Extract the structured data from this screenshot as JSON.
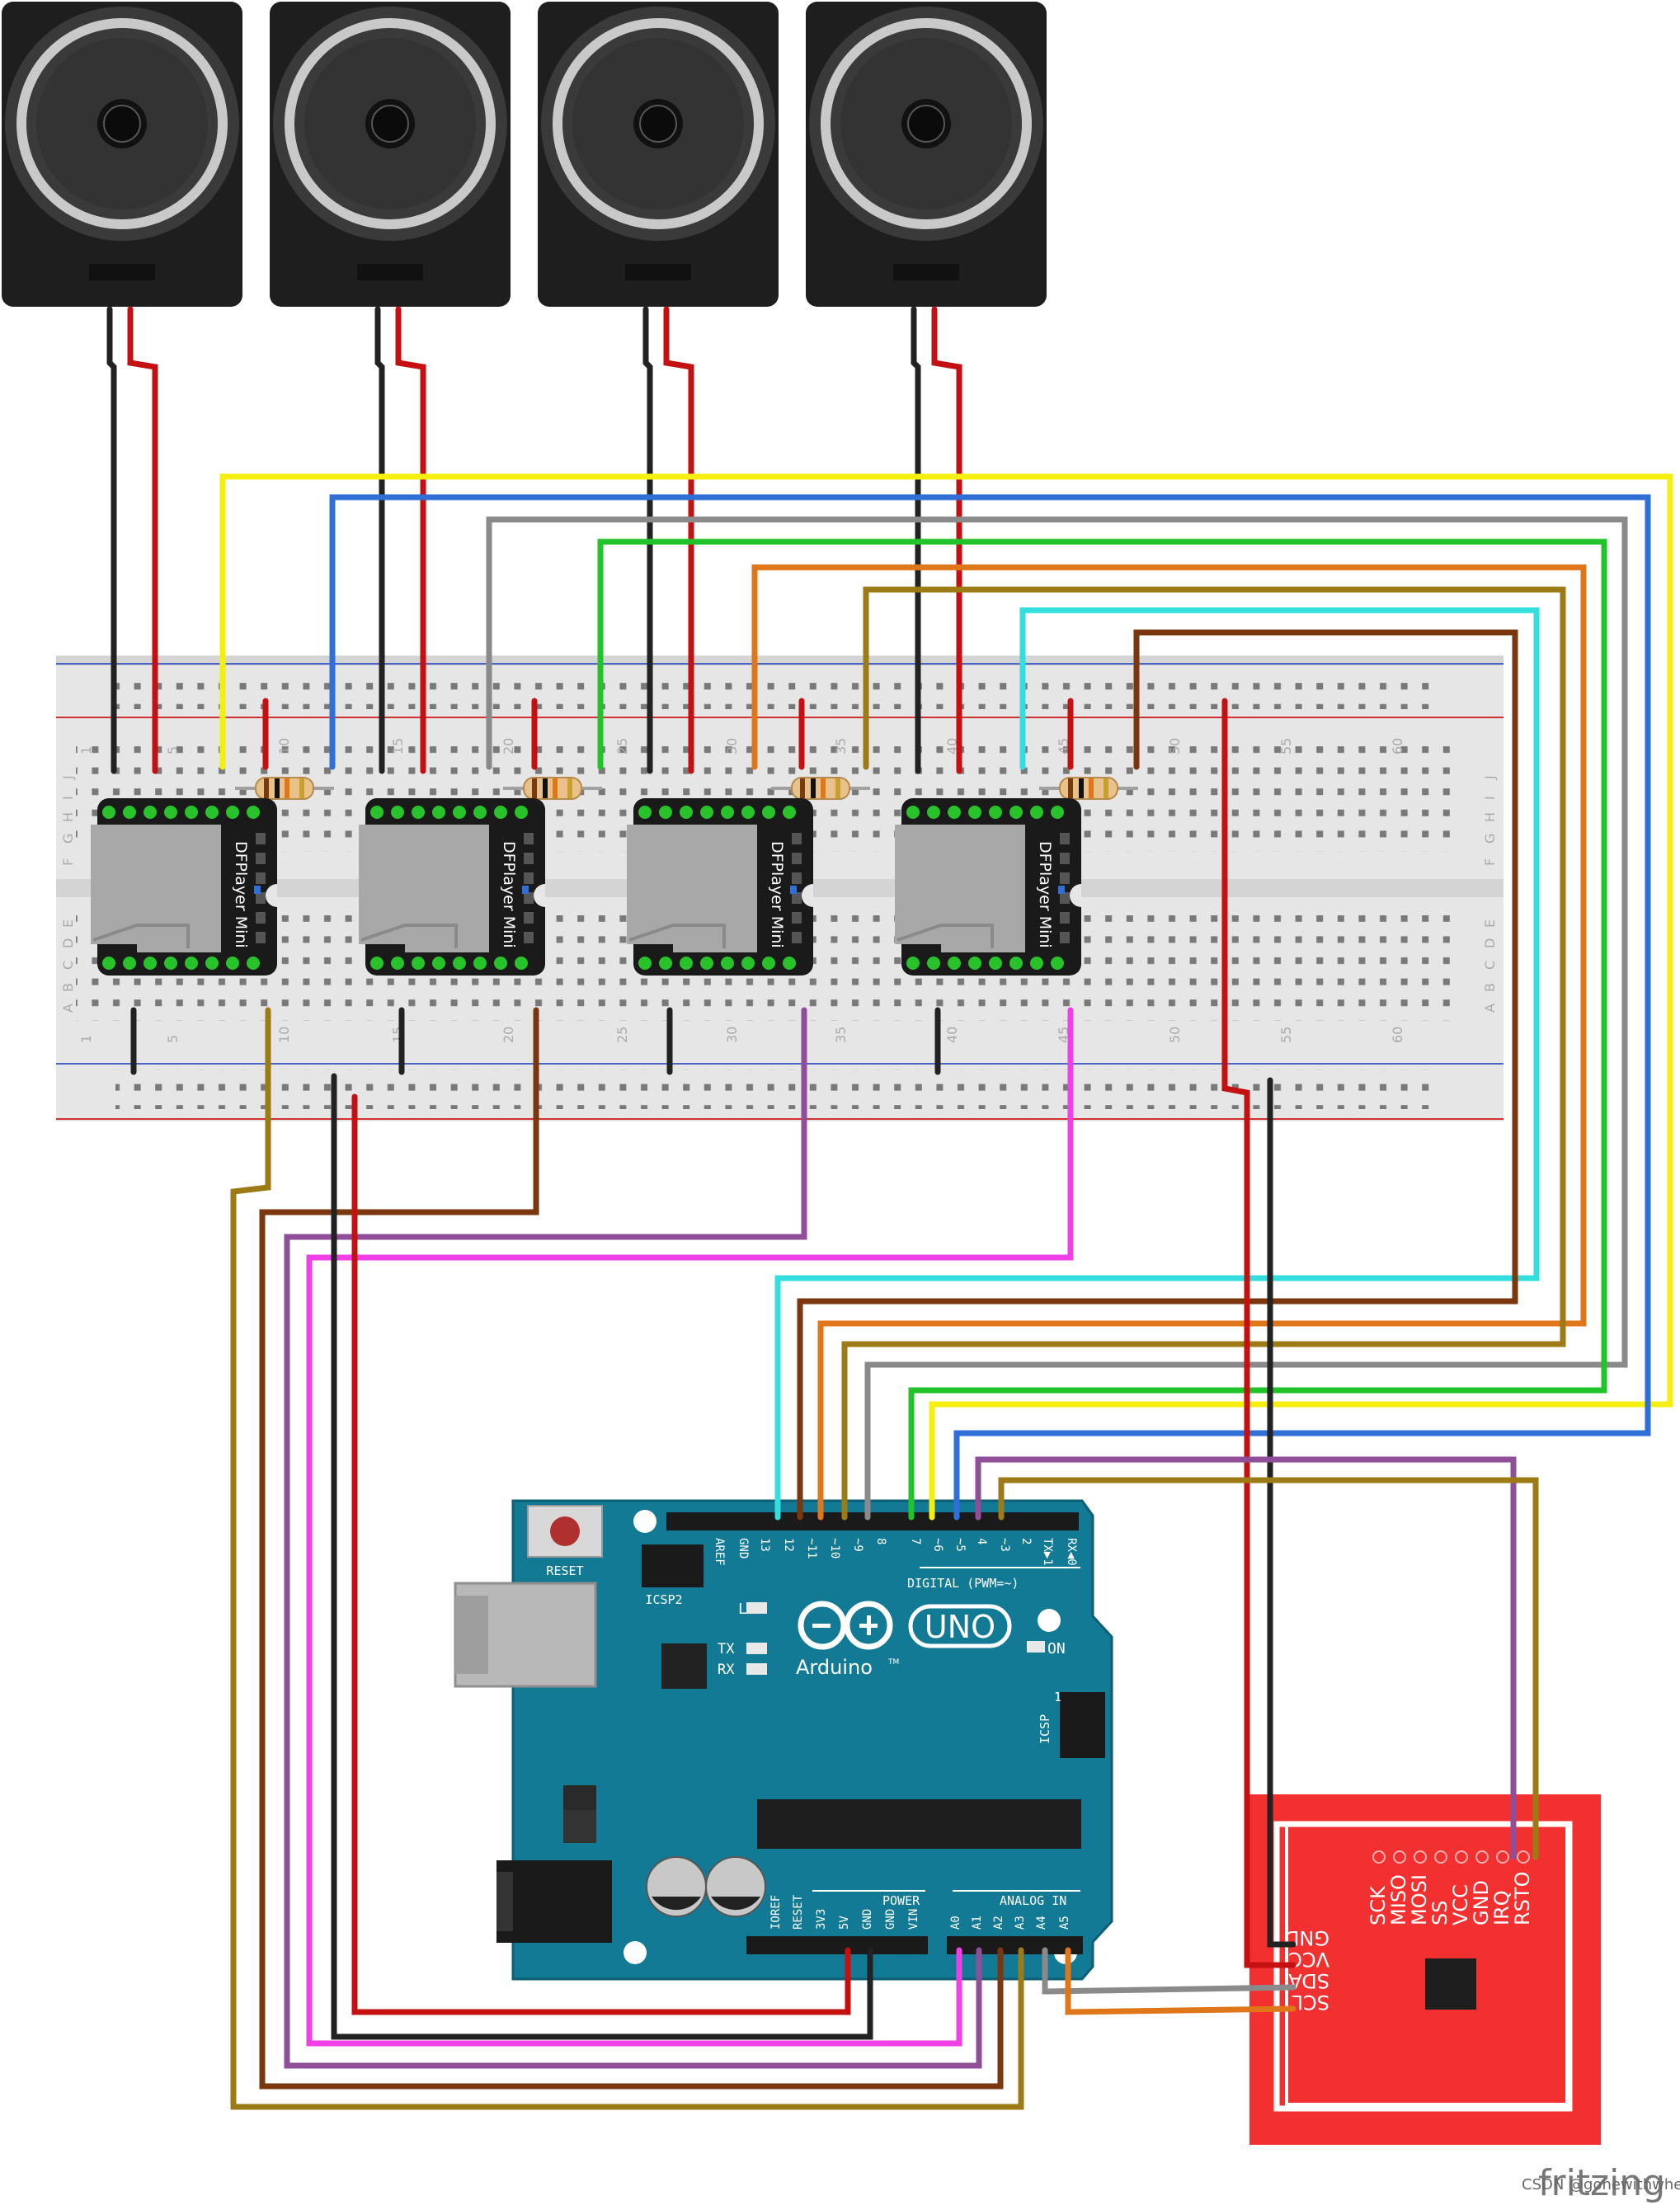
{
  "arduino": {
    "model": "UNO",
    "brand": "Arduino",
    "trademark": "TM",
    "reset_label": "RESET",
    "icsp2_label": "ICSP2",
    "icsp_label": "ICSP",
    "icsp_pin1": "1",
    "on_label": "ON",
    "l_label": "L",
    "tx_label": "TX",
    "rx_label": "RX",
    "digital_label": "DIGITAL (PWM=~)",
    "power_label": "POWER",
    "analog_label": "ANALOG IN",
    "digital_pins": [
      "AREF",
      "GND",
      "13",
      "12",
      "~11",
      "~10",
      "~9",
      "8",
      "7",
      "~6",
      "~5",
      "4",
      "~3",
      "2",
      "TX▶1",
      "RX◀0"
    ],
    "power_pins": [
      "IOREF",
      "RESET",
      "3V3",
      "5V",
      "GND",
      "GND",
      "VIN"
    ],
    "analog_pins": [
      "A0",
      "A1",
      "A2",
      "A3",
      "A4",
      "A5"
    ]
  },
  "dfplayer": {
    "label": "DFPlayer Mini"
  },
  "breadboard": {
    "top_numbers": [
      "1",
      "5",
      "10",
      "15",
      "20",
      "25",
      "30",
      "35",
      "40",
      "45",
      "50",
      "55",
      "60"
    ],
    "bottom_numbers": [
      "1",
      "5",
      "10",
      "15",
      "20",
      "25",
      "30",
      "35",
      "40",
      "45",
      "50",
      "55",
      "60"
    ],
    "row_letters_top": [
      "J",
      "I",
      "H",
      "G",
      "F"
    ],
    "row_letters_bottom": [
      "E",
      "D",
      "C",
      "B",
      "A"
    ]
  },
  "rfid": {
    "top_pins": [
      "SCK",
      "MISO",
      "MOSI",
      "SS",
      "VCC",
      "GND",
      "IRQ",
      "RSTO"
    ],
    "side_pins": [
      "GND",
      "VCC",
      "SDA",
      "SCL"
    ]
  },
  "footer": {
    "logo": "fritzing",
    "watermark": "CSDN @gonewithwheat"
  },
  "colors": {
    "yellow": "#f4ef10",
    "blue": "#2f6fd6",
    "gray": "#8a8a8a",
    "green": "#22c22a",
    "orange": "#e0761a",
    "olive": "#9c7a16",
    "cyan": "#34dede",
    "brown": "#7a360c",
    "purple": "#8e4e98",
    "magenta": "#ef3fe6",
    "red": "#c41010",
    "black": "#222222",
    "arduino": "#137a96",
    "rfid": "#f23030"
  }
}
